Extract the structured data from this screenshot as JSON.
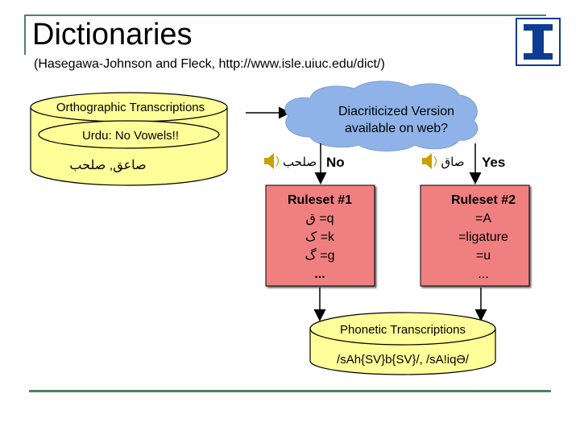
{
  "header": {
    "title": "Dictionaries",
    "subtitle": "(Hasegawa-Johnson and Fleck, http://www.isle.uiuc.edu/dict/)"
  },
  "left_cylinder": {
    "label_top": "Orthographic Transcriptions",
    "label_mid": "Urdu: No Vowels!!",
    "label_bottom": "صاعق, صلحب"
  },
  "cloud": {
    "line1": "Diacriticized Version",
    "line2": "available on web?"
  },
  "branch_no": {
    "word": "صلحب",
    "answer": "No"
  },
  "branch_yes": {
    "word": "صاق",
    "answer": "Yes"
  },
  "ruleset1": {
    "title": "Ruleset #1",
    "lines": [
      "ق =q",
      "ک =k",
      "گ =g",
      "..."
    ]
  },
  "ruleset2": {
    "title": "Ruleset #2",
    "lines": [
      "=A",
      "=ligature",
      "=u",
      "..."
    ]
  },
  "bottom_cylinder": {
    "label_top": "Phonetic Transcriptions",
    "label_bottom": "/sAh{SV}b{SV}/, /sA!iqƏ/"
  },
  "colors": {
    "cylinder_fill": "#ffff99",
    "cloud_fill": "#8fb3e8",
    "ruleset_fill": "#f08080",
    "accent": "#4f7f6a",
    "logo": "#0b3d91"
  },
  "icons": [
    "speaker-icon",
    "university-logo"
  ]
}
